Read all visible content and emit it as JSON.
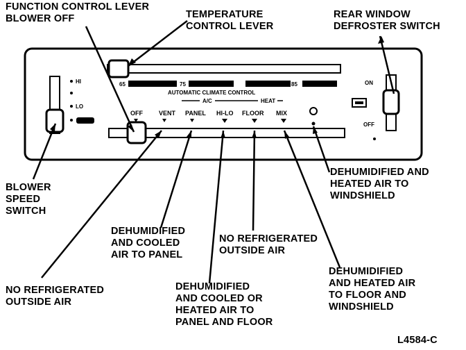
{
  "labels": {
    "function_control_lever": "FUNCTION CONTROL LEVER\nBLOWER OFF",
    "temperature_control_lever": "TEMPERATURE\nCONTROL LEVER",
    "rear_window_defroster_switch": "REAR WINDOW\nDEFROSTER SWITCH",
    "blower_speed_switch": "BLOWER\nSPEED\nSWITCH",
    "dehumidified_heated_windshield": "DEHUMIDIFIED AND\nHEATED AIR TO\nWINDSHIELD",
    "dehumidified_cooled_panel": "DEHUMIDIFIED\nAND COOLED\nAIR TO PANEL",
    "no_refrigerated_outside_air_mid": "NO REFRIGERATED\nOUTSIDE AIR",
    "no_refrigerated_outside_air_left": "NO REFRIGERATED\nOUTSIDE AIR",
    "dehumidified_cooled_or_heated_panel_floor": "DEHUMIDIFIED\nAND COOLED OR\nHEATED AIR TO\nPANEL AND FLOOR",
    "dehumidified_heated_floor_windshield": "DEHUMIDIFIED\nAND HEATED AIR\nTO FLOOR AND\nWINDSHIELD",
    "figure_code": "L4584-C"
  },
  "panel": {
    "blower_positions": [
      "HI",
      "",
      "LO",
      ""
    ],
    "function_positions": [
      "OFF",
      "VENT",
      "PANEL",
      "HI-LO",
      "FLOOR",
      "MIX"
    ],
    "temp_marks": [
      "65",
      "75",
      "85"
    ],
    "caption": "AUTOMATIC CLIMATE CONTROL",
    "sub_caption": "A/C",
    "sub_caption_right": "HEAT",
    "defroster_on": "ON",
    "defroster_off": "OFF"
  }
}
